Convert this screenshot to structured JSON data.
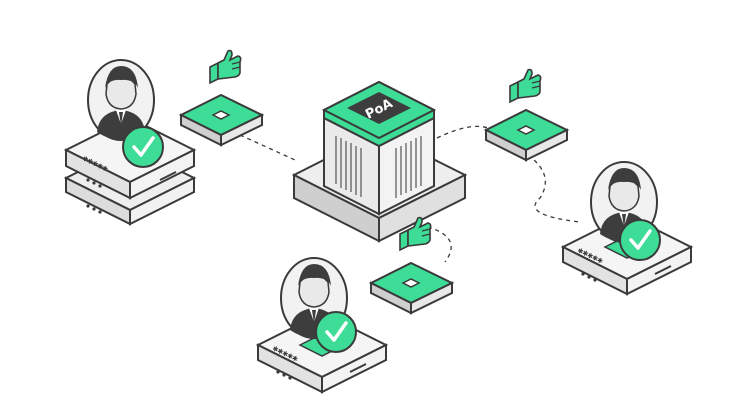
{
  "central_node": {
    "label": "PoA"
  },
  "colors": {
    "accent_green": "#3ddc97",
    "outline": "#3a3a3a",
    "light_gray": "#eeeeee",
    "mid_gray": "#cfcfcf",
    "dark_gray": "#3d3d3d"
  },
  "nodes": [
    {
      "id": "validator-top-left",
      "icon": "person-avatar-icon",
      "badge": "checkmark-icon",
      "status": "verified"
    },
    {
      "id": "validator-bottom-center",
      "icon": "person-avatar-icon",
      "badge": "checkmark-icon",
      "status": "verified"
    },
    {
      "id": "validator-right",
      "icon": "person-avatar-icon",
      "badge": "checkmark-icon",
      "status": "verified"
    }
  ],
  "approval_icons": [
    "thumbs-up-icon",
    "thumbs-up-icon",
    "thumbs-up-icon"
  ]
}
